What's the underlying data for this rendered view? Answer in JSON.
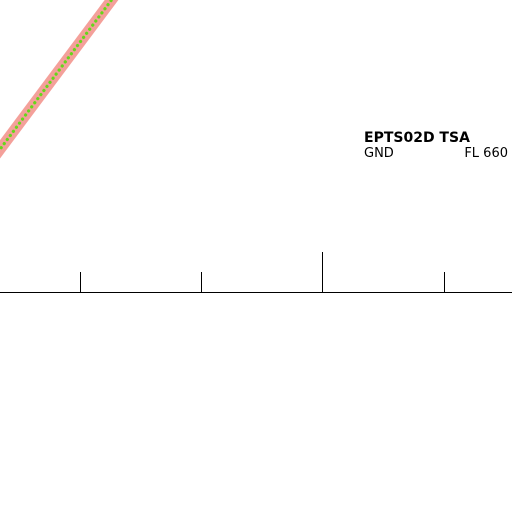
{
  "map": {
    "background": "#ffffff",
    "route": {
      "halo_color": "#f4a09a",
      "dot_color": "#66d61a"
    },
    "scale_bar": {
      "color": "#000000",
      "segments": 4
    },
    "airspace": {
      "name": "EPTS02D TSA",
      "lower_limit": "GND",
      "upper_limit": "FL 660",
      "text_color": "#000000"
    }
  }
}
